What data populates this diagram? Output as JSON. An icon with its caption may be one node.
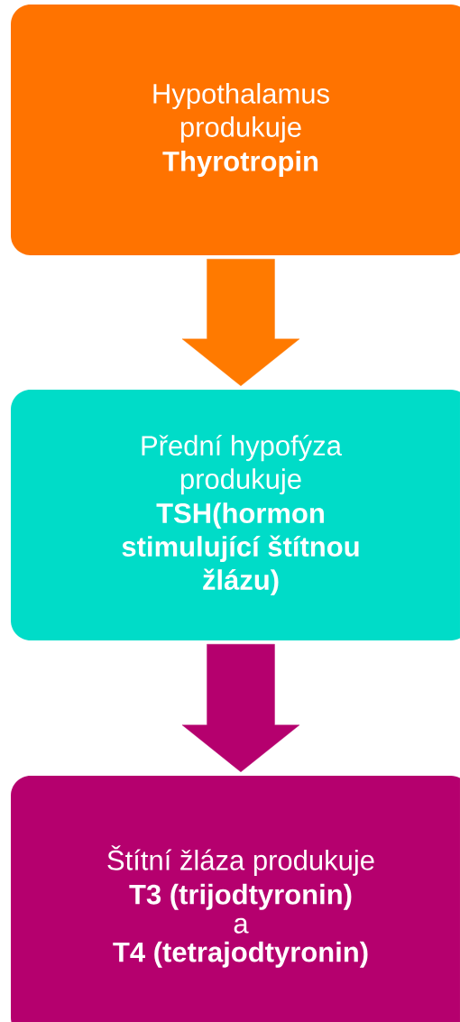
{
  "diagram": {
    "nodes": [
      {
        "text": [
          "Hypothalamus produkuje",
          "Thyrotropin"
        ]
      },
      {
        "text": [
          "Přední hypofýza produkuje",
          "TSH(hormon stimulující štítnou žlázu)"
        ]
      },
      {
        "text": [
          "Štítní žláza produkuje",
          "T3 (trijodtyronin)",
          "a",
          "T4 (tetrajodtyronin)"
        ]
      }
    ],
    "edges": [
      {
        "from": 0,
        "to": 1,
        "arrow": "to",
        "color": "#ff7a00"
      },
      {
        "from": 1,
        "to": 2,
        "arrow": "to",
        "color": "#b5006e"
      }
    ]
  }
}
